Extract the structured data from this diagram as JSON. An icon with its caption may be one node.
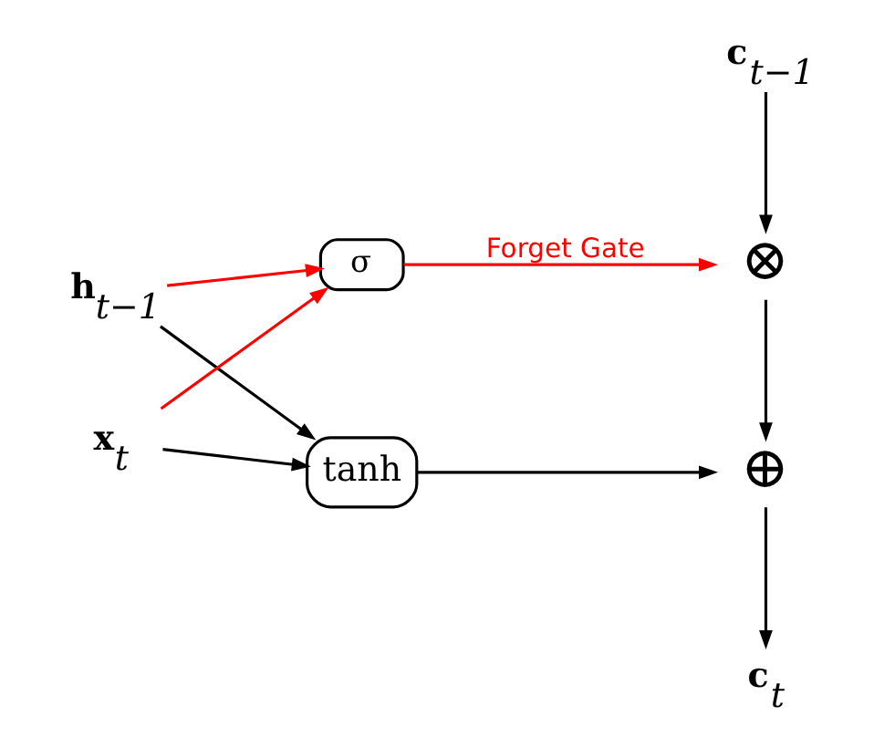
{
  "diagram": {
    "nodes": [
      {
        "text": [
          "**c**$_{t−1}$"
        ]
      },
      {
        "text": [
          "**h**$_{t−1}$"
        ]
      },
      {
        "text": [
          "σ"
        ]
      },
      {
        "text": [
          "tanh"
        ]
      },
      {
        "text": [
          "⊗"
        ]
      },
      {
        "text": [
          "⊕"
        ]
      },
      {
        "text": [
          "**x**$_{t}$"
        ]
      },
      {
        "text": [
          "**c**$_{t}$"
        ]
      }
    ],
    "edges": [
      {
        "from": 0,
        "to": 4,
        "arrow": "to"
      },
      {
        "from": 1,
        "to": 2,
        "arrow": "to",
        "color": "#ff0000"
      },
      {
        "from": 6,
        "to": 2,
        "arrow": "to",
        "color": "#ff0000"
      },
      {
        "from": 2,
        "to": 4,
        "arrow": "to",
        "label": "Forget Gate",
        "color": "#ff0000"
      },
      {
        "from": 1,
        "to": 3,
        "arrow": "to"
      },
      {
        "from": 6,
        "to": 3,
        "arrow": "to"
      },
      {
        "from": 3,
        "to": 5,
        "arrow": "to"
      },
      {
        "from": 4,
        "to": 5,
        "arrow": "to"
      },
      {
        "from": 5,
        "to": 7,
        "arrow": "to"
      }
    ]
  }
}
